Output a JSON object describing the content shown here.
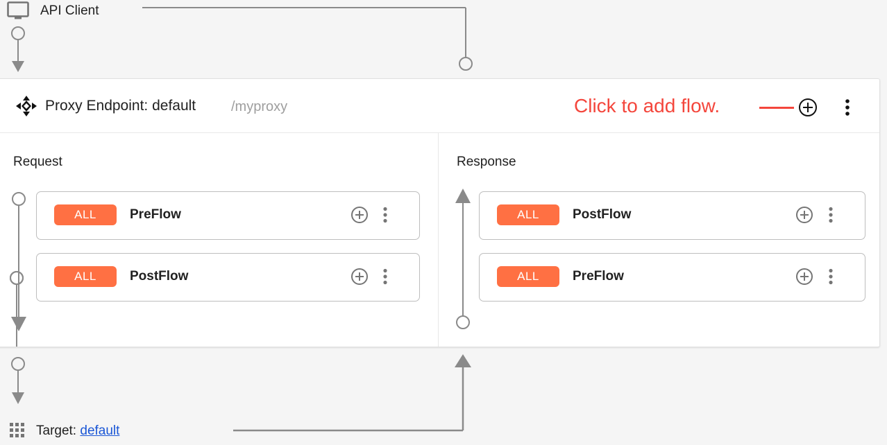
{
  "theme": {
    "page_background": "#f5f5f5",
    "panel_background": "#ffffff",
    "badge_color": "#ff7043",
    "annotation_color": "#f4463c",
    "link_color": "#1a56d6",
    "connector_color": "#757575",
    "border_color": "#e0e0e0"
  },
  "client": {
    "label": "API Client",
    "icon": "monitor-icon"
  },
  "proxy_panel": {
    "move_icon": "move-handle-icon",
    "title": "Proxy Endpoint: default",
    "basepath": "/myproxy",
    "annotation": {
      "text": "Click to add flow.",
      "color": "#f4463c"
    },
    "add_flow_icon": "plus-circle-icon",
    "menu_icon": "more-vertical-icon",
    "columns": [
      {
        "id": "request",
        "title": "Request",
        "direction": "down",
        "flows": [
          {
            "badge": "ALL",
            "name": "PreFlow",
            "add_icon": "plus-circle-icon",
            "menu_icon": "more-vertical-icon"
          },
          {
            "badge": "ALL",
            "name": "PostFlow",
            "add_icon": "plus-circle-icon",
            "menu_icon": "more-vertical-icon"
          }
        ]
      },
      {
        "id": "response",
        "title": "Response",
        "direction": "up",
        "flows": [
          {
            "badge": "ALL",
            "name": "PostFlow",
            "add_icon": "plus-circle-icon",
            "menu_icon": "more-vertical-icon"
          },
          {
            "badge": "ALL",
            "name": "PreFlow",
            "add_icon": "plus-circle-icon",
            "menu_icon": "more-vertical-icon"
          }
        ]
      }
    ]
  },
  "target": {
    "icon": "apps-grid-icon",
    "label_prefix": "Target: ",
    "link_text": "default"
  }
}
